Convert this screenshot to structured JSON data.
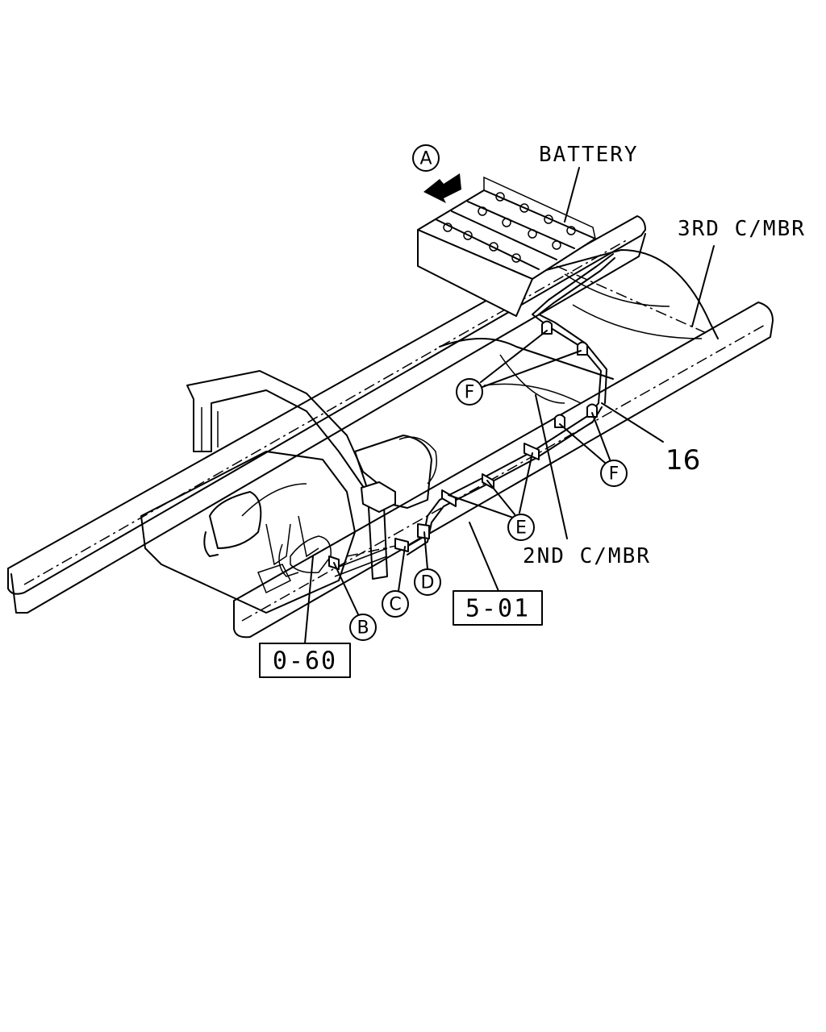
{
  "labels": {
    "battery": "BATTERY",
    "third_crossmember": "3RD C/MBR",
    "second_crossmember": "2ND C/MBR",
    "part_number": "16"
  },
  "view_marker": {
    "letter": "A"
  },
  "callouts": {
    "f_upper": "F",
    "f_lower": "F",
    "e": "E",
    "d": "D",
    "c": "C",
    "b": "B"
  },
  "reference_boxes": {
    "ref_5_01": "5-01",
    "ref_0_60": "0-60"
  }
}
